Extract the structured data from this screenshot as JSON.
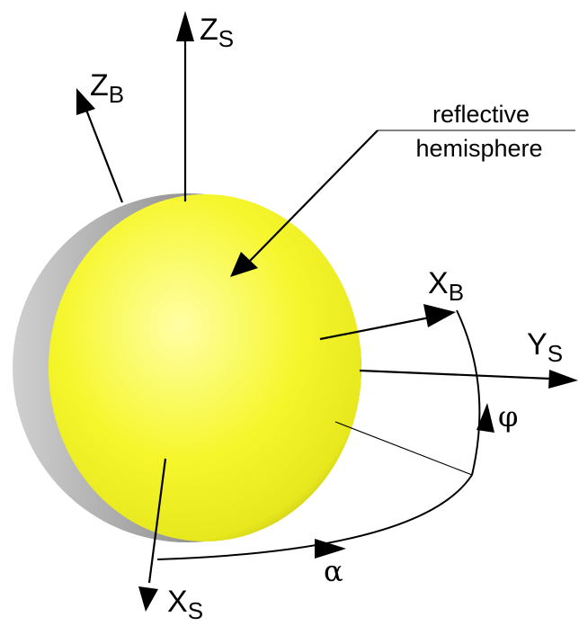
{
  "axes": {
    "z_s": {
      "main": "Z",
      "sub": "S"
    },
    "z_b": {
      "main": "Z",
      "sub": "B"
    },
    "x_b": {
      "main": "X",
      "sub": "B"
    },
    "y_s": {
      "main": "Y",
      "sub": "S"
    },
    "x_s": {
      "main": "X",
      "sub": "S"
    }
  },
  "angles": {
    "phi": "φ",
    "alpha": "α"
  },
  "callout": {
    "line1": "reflective",
    "line2": "hemisphere"
  },
  "colors": {
    "sphere_lit": "#f4f42a",
    "sphere_highlight": "#ffff9a",
    "sphere_rim": "#b7b71a",
    "sphere_dark": "#8e8e8e",
    "ink": "#000000"
  }
}
